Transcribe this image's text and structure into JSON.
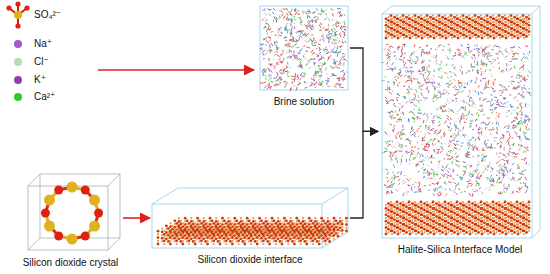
{
  "diagram": {
    "nodes": [
      {
        "text": [
          "Brine solution"
        ]
      },
      {
        "text": [
          "Silicon dioxide crystal"
        ]
      },
      {
        "text": [
          "Silicon dioxide interface"
        ]
      },
      {
        "text": [
          "Halite-Silica Interface Model"
        ]
      }
    ],
    "edges": [
      {
        "from": 1,
        "to": 2,
        "arrow": "to"
      },
      {
        "from": 0,
        "to": 3,
        "arrow": "to"
      },
      {
        "from": 2,
        "to": 3,
        "arrow": "to"
      }
    ],
    "legend": [
      {
        "text": "SO₄²⁻"
      },
      {
        "text": "Na⁺",
        "color": "#a05cc8"
      },
      {
        "text": "Cl⁻",
        "color": "#b8dcb0"
      },
      {
        "text": "K⁺",
        "color": "#8e3fb0"
      },
      {
        "text": "Ca²⁺",
        "color": "#33c633"
      }
    ]
  }
}
